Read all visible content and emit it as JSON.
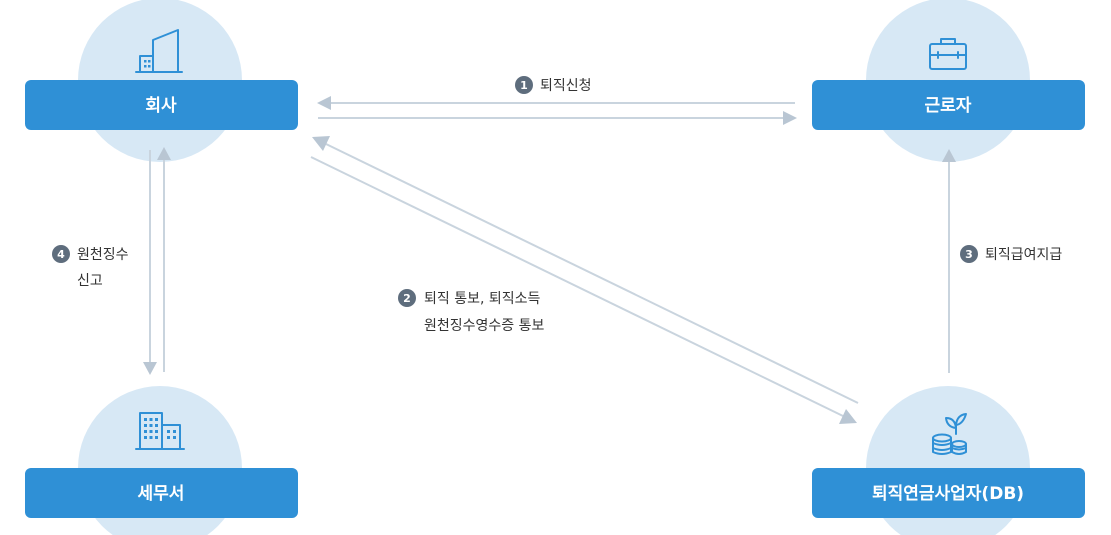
{
  "colors": {
    "node_fill": "#2f90d6",
    "circle_fill": "#d7e8f5",
    "arrow": "#c9d4de",
    "badge": "#5e6d7d",
    "icon": "#2f90d6"
  },
  "nodes": {
    "company": {
      "label": "회사",
      "icon": "building-icon"
    },
    "worker": {
      "label": "근로자",
      "icon": "briefcase-icon"
    },
    "tax_office": {
      "label": "세무서",
      "icon": "office-building-icon"
    },
    "pension_provider": {
      "label": "퇴직연금사업자(DB)",
      "icon": "money-plant-icon"
    }
  },
  "steps": [
    {
      "number": "1",
      "lines": [
        "퇴직신청"
      ]
    },
    {
      "number": "2",
      "lines": [
        "퇴직 통보, 퇴직소득",
        "원천징수영수증 통보"
      ]
    },
    {
      "number": "3",
      "lines": [
        "퇴직급여지급"
      ]
    },
    {
      "number": "4",
      "lines": [
        "원천징수",
        "신고"
      ]
    }
  ]
}
